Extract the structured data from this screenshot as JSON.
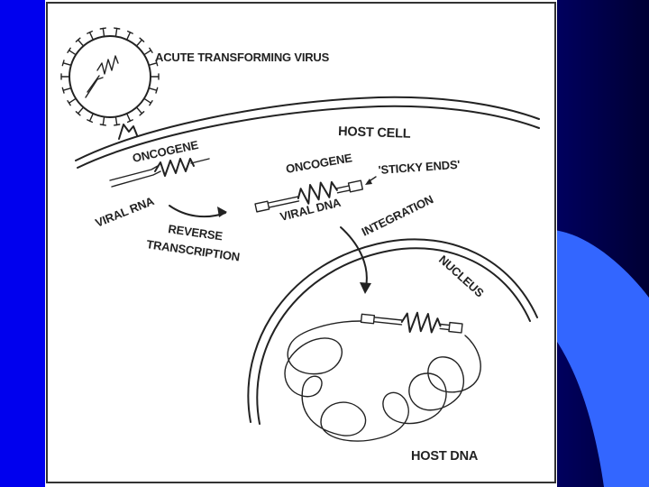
{
  "diagram": {
    "labels": {
      "acute_virus": "ACUTE TRANSFORMING VIRUS",
      "host_cell": "HOST CELL",
      "oncogene_rna": "ONCOGENE",
      "viral_rna": "VIRAL RNA",
      "reverse": "REVERSE",
      "transcription": "TRANSCRIPTION",
      "oncogene_dna": "ONCOGENE",
      "sticky_ends": "'STICKY ENDS'",
      "viral_dna": "VIRAL DNA",
      "integration": "INTEGRATION",
      "nucleus": "NUCLEUS",
      "host_dna": "HOST DNA"
    }
  },
  "colors": {
    "background_blue": "#0000ee",
    "dark_navy": "#000044",
    "accent_blue": "#3366ff",
    "panel": "#ffffff",
    "ink": "#222222"
  }
}
